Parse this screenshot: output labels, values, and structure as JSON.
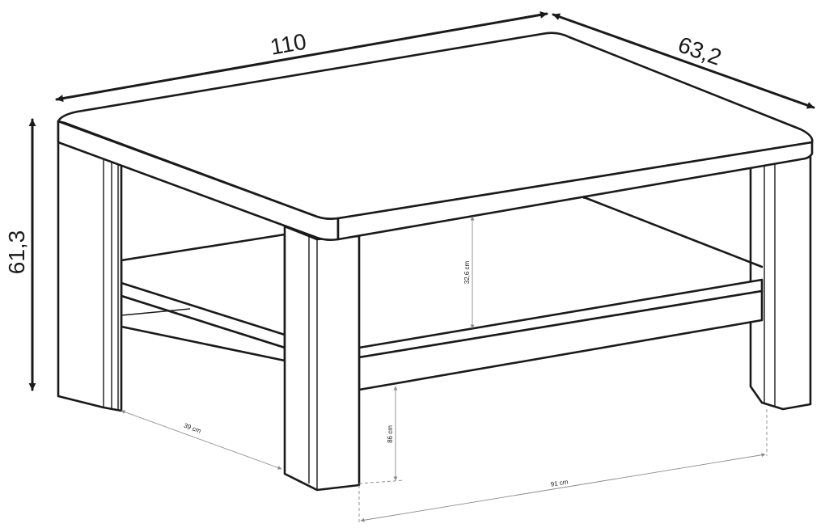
{
  "dimensions": {
    "width": "110",
    "depth": "63,2",
    "height": "61,3",
    "shelf_clearance": "32,6 cm",
    "leg_spacing_side": "39 cm",
    "floor_to_shelf": "86 cm",
    "leg_spacing_front": "91 cm"
  }
}
